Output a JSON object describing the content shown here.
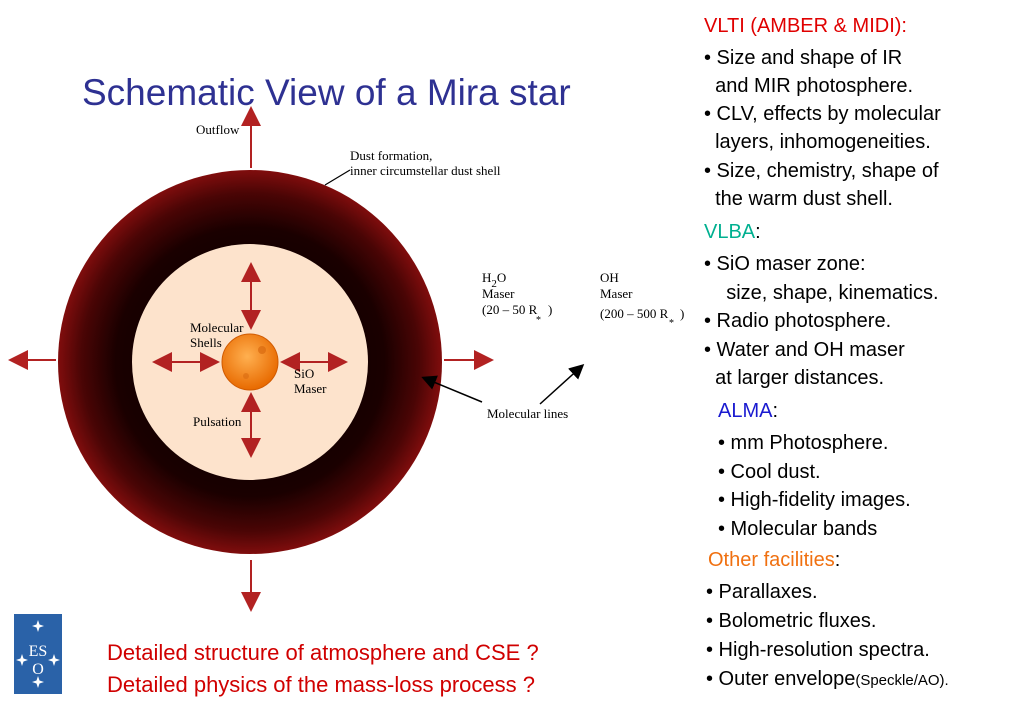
{
  "title": "Schematic View of a Mira star",
  "diagram": {
    "outflow": "Outflow",
    "dust_formation_1": "Dust formation,",
    "dust_formation_2": "inner circumstellar dust shell",
    "h2o": {
      "l1a": "H",
      "l1b": "O",
      "sub": "2",
      "l2": "Maser",
      "l3": "(20 – 50 R",
      "star": "*",
      "close": ")"
    },
    "oh": {
      "l1": "OH",
      "l2": "Maser",
      "l3": "(200 – 500 R",
      "star": "*",
      "close": ")"
    },
    "molecular_shells_1": "Molecular",
    "molecular_shells_2": "Shells",
    "sio_1": "SiO",
    "sio_2": "Maser",
    "pulsation": "Pulsation",
    "molecular_lines": "Molecular lines",
    "colors": {
      "arrow": "#b22222",
      "star": "#f08010",
      "core": "#fde3cc",
      "shell_outer": "#7a0a0a"
    }
  },
  "panel": {
    "vlti_head": "VLTI (AMBER & MIDI):",
    "vlti": [
      "• Size and shape of  IR",
      "  and MIR photosphere.",
      "• CLV, effects by molecular",
      "  layers, inhomogeneities.",
      "• Size, chemistry, shape of",
      "  the warm dust shell."
    ],
    "vlba_head": "VLBA",
    "vlba": [
      "• SiO maser zone:",
      "    size, shape, kinematics.",
      "• Radio photosphere.",
      "• Water and OH maser",
      "  at larger distances."
    ],
    "alma_head": "ALMA",
    "alma": [
      "• mm Photosphere.",
      "• Cool dust.",
      "• High-fidelity images.",
      "• Molecular bands"
    ],
    "other_head": "Other facilities",
    "colon": ":",
    "other": [
      "• Parallaxes.",
      "• Bolometric fluxes.",
      "• High-resolution spectra.",
      "• Outer envelope"
    ],
    "speckle": "(Speckle/AO).",
    "colors": {
      "vlti": "#e00000",
      "vlba": "#00b090",
      "alma": "#1a1ad0",
      "other": "#f07010"
    }
  },
  "questions": {
    "q1": "Detailed structure of atmosphere and CSE ?",
    "q2": "Detailed physics of the mass-loss process ?"
  },
  "logo": {
    "text": "ESO"
  }
}
